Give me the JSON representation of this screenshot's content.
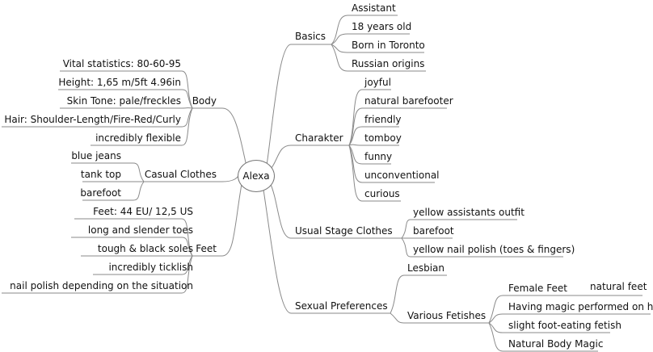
{
  "center": "Alexa",
  "right": {
    "basics": {
      "label": "Basics",
      "items": [
        "Assistant",
        "18 years old",
        "Born in Toronto",
        "Russian origins"
      ]
    },
    "charakter": {
      "label": "Charakter",
      "items": [
        "joyful",
        "natural barefooter",
        "friendly",
        "tomboy",
        "funny",
        "unconventional",
        "curious"
      ]
    },
    "stage": {
      "label": "Usual Stage Clothes",
      "items": [
        "yellow assistants outfit",
        "barefoot",
        "yellow nail polish (toes & fingers)"
      ]
    },
    "sexual": {
      "label": "Sexual Preferences",
      "lesbian": "Lesbian",
      "fetishes": {
        "label": "Various Fetishes",
        "female_feet": "Female Feet",
        "natural_feet": "natural feet",
        "items": [
          "Having magic performed on her",
          "slight foot-eating fetish",
          "Natural Body Magic"
        ]
      }
    }
  },
  "left": {
    "body": {
      "label": "Body",
      "items": [
        "Vital statistics: 80-60-95",
        "Height: 1,65 m/5ft 4.96in",
        "Skin Tone: pale/freckles",
        "Hair: Shoulder-Length/Fire-Red/Curly",
        "incredibly flexible"
      ]
    },
    "casual": {
      "label": "Casual Clothes",
      "items": [
        "blue jeans",
        "tank top",
        "barefoot"
      ]
    },
    "feet": {
      "label": "Feet",
      "items": [
        "Feet: 44 EU/ 12,5 US",
        "long and slender toes",
        "tough & black soles",
        "incredibly ticklish",
        "nail polish depending on the situation"
      ]
    }
  }
}
